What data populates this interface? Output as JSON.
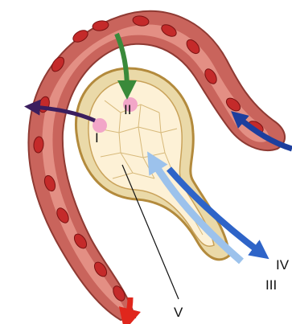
{
  "labels": {
    "I": "I",
    "II": "II",
    "III": "III",
    "IV": "IV",
    "V": "V"
  },
  "colors": {
    "vessel_wall": "#c9645c",
    "vessel_inner": "#e8978b",
    "blood_cell": "#c42a2a",
    "cell_mass": "#fdf1d6",
    "cell_border": "#c9a25a",
    "arrow_green": "#3a8a3a",
    "arrow_purple": "#3b1e5e",
    "arrow_navy": "#1d3f9e",
    "arrow_blue": "#2e64c8",
    "arrow_light_blue": "#9cc2ec",
    "arrow_red": "#e0261c",
    "pink_spot": "#f2a6c8"
  }
}
